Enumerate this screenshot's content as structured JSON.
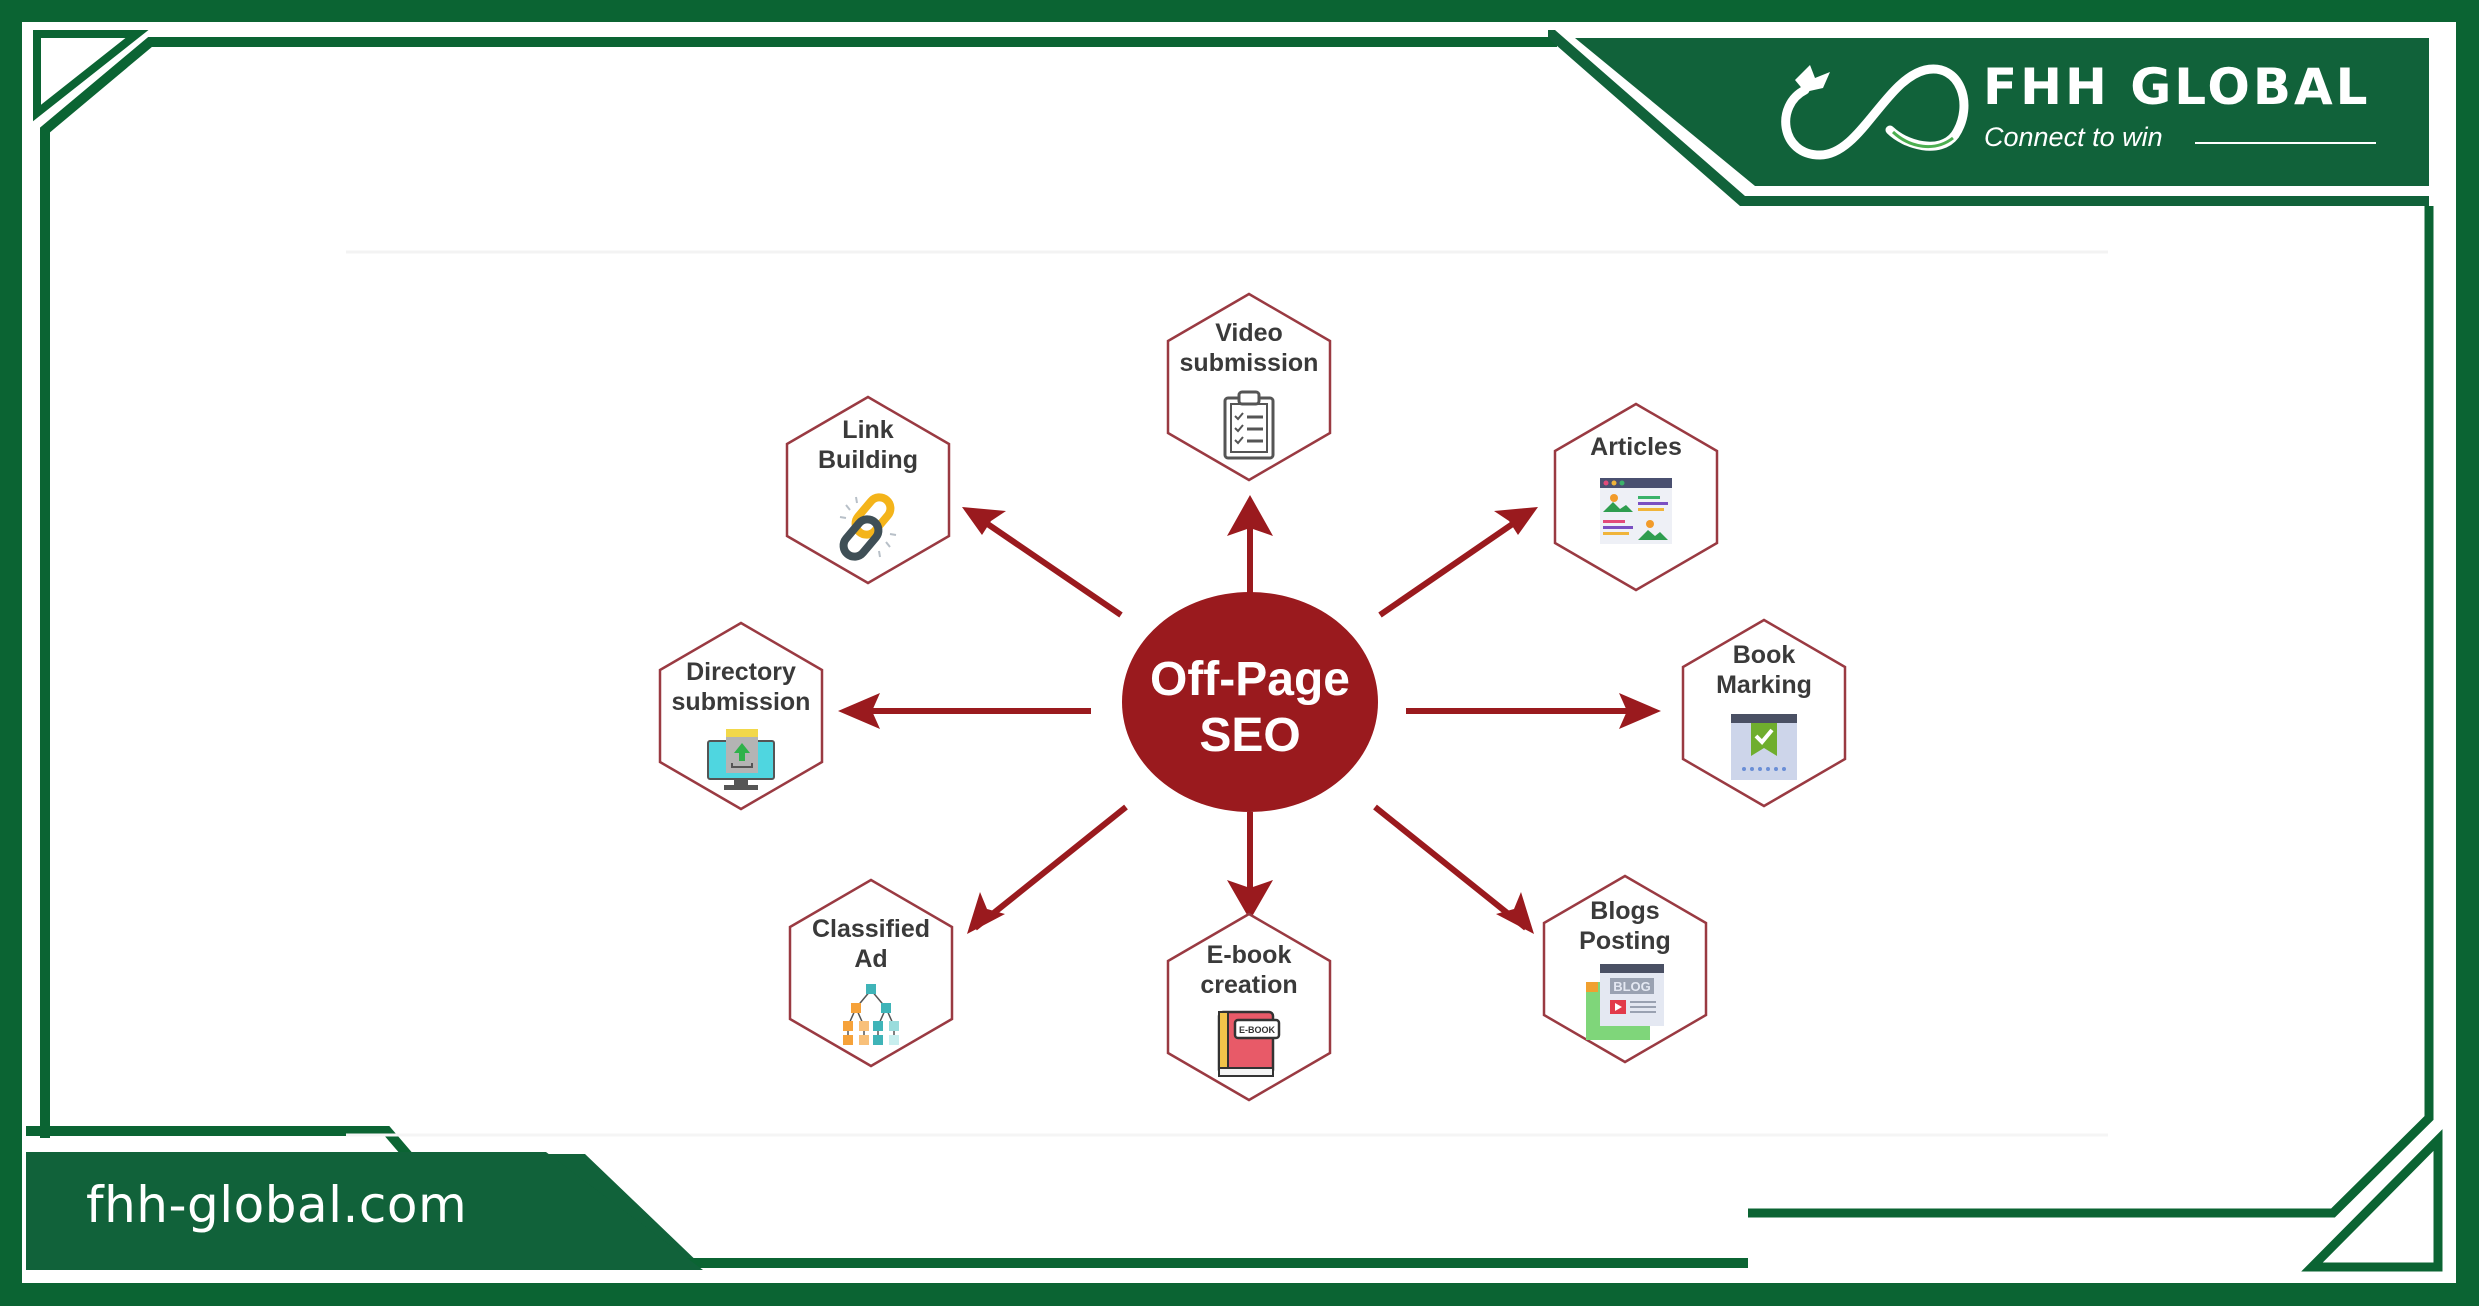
{
  "brand": {
    "name": "FHH GLOBAL",
    "tagline": "Connect to win",
    "website": "fhh-global.com",
    "primary_color": "#0b6433",
    "accent_color": "#9a1a1e"
  },
  "diagram": {
    "center": {
      "label_line1": "Off-Page",
      "label_line2": "SEO"
    },
    "nodes": [
      {
        "id": "video",
        "line1": "Video",
        "line2": "submission",
        "icon": "clipboard-checklist-icon"
      },
      {
        "id": "articles",
        "line1": "Articles",
        "line2": "",
        "icon": "article-layout-icon"
      },
      {
        "id": "bookmarking",
        "line1": "Book",
        "line2": "Marking",
        "icon": "bookmark-check-icon"
      },
      {
        "id": "blogs",
        "line1": "Blogs",
        "line2": "Posting",
        "icon": "blog-window-icon"
      },
      {
        "id": "ebook",
        "line1": "E-book",
        "line2": "creation",
        "icon": "ebook-icon",
        "badge": "E-BOOK"
      },
      {
        "id": "classified",
        "line1": "Classified",
        "line2": "Ad",
        "icon": "hierarchy-tree-icon"
      },
      {
        "id": "directory",
        "line1": "Directory",
        "line2": "submission",
        "icon": "monitor-upload-icon"
      },
      {
        "id": "link",
        "line1": "Link",
        "line2": "Building",
        "icon": "chain-link-icon"
      }
    ],
    "blog_badge": "BLOG"
  }
}
